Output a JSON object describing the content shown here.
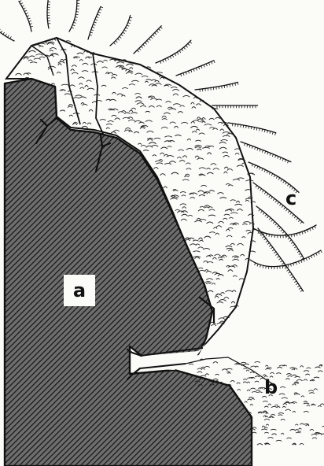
{
  "labels": {
    "a": "a",
    "b": "b",
    "c": "c"
  },
  "colors": {
    "background": "#fbfbf8",
    "ink": "#111111",
    "hatch_stroke": "#1a1a1a",
    "hatch_fill": "#6e6e6e"
  },
  "icons": {
    "region_a_fill": "diagonal-hatching",
    "region_b_fill": "fine-stipple",
    "capsule_fill": "scaly-strokes",
    "fringe": "branched-hairs"
  }
}
